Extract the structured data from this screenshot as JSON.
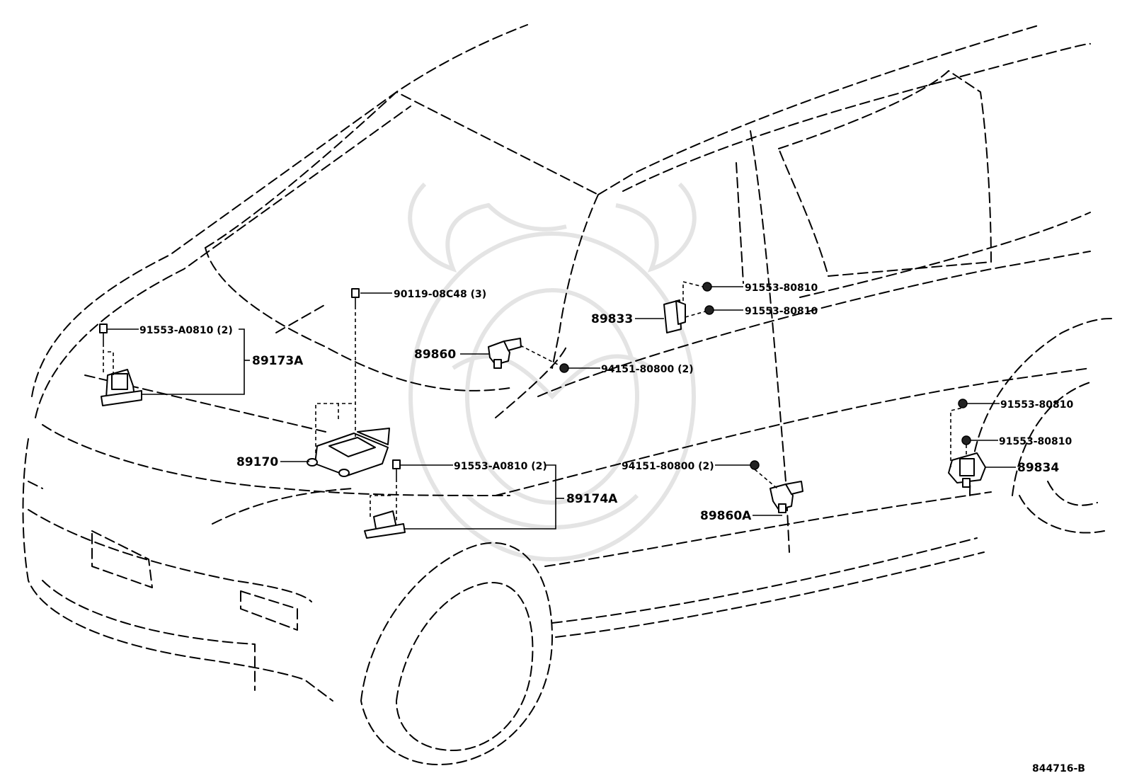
{
  "diagram_code": "844716-B",
  "callouts": [
    {
      "id": "c1",
      "text": "90119-08C48 (3)"
    },
    {
      "id": "c2",
      "text": "91553-A0810 (2)"
    },
    {
      "id": "c3",
      "text": "89173A"
    },
    {
      "id": "c4",
      "text": "89860"
    },
    {
      "id": "c5",
      "text": "94151-80800 (2)"
    },
    {
      "id": "c6",
      "text": "89833"
    },
    {
      "id": "c7",
      "text": "91553-80810"
    },
    {
      "id": "c8",
      "text": "91553-80810"
    },
    {
      "id": "c9",
      "text": "89170"
    },
    {
      "id": "c10",
      "text": "91553-A0810 (2)"
    },
    {
      "id": "c11",
      "text": "89174A"
    },
    {
      "id": "c12",
      "text": "94151-80800 (2)"
    },
    {
      "id": "c13",
      "text": "89860A"
    },
    {
      "id": "c14",
      "text": "91553-80810"
    },
    {
      "id": "c15",
      "text": "91553-80810"
    },
    {
      "id": "c16",
      "text": "89834"
    }
  ]
}
